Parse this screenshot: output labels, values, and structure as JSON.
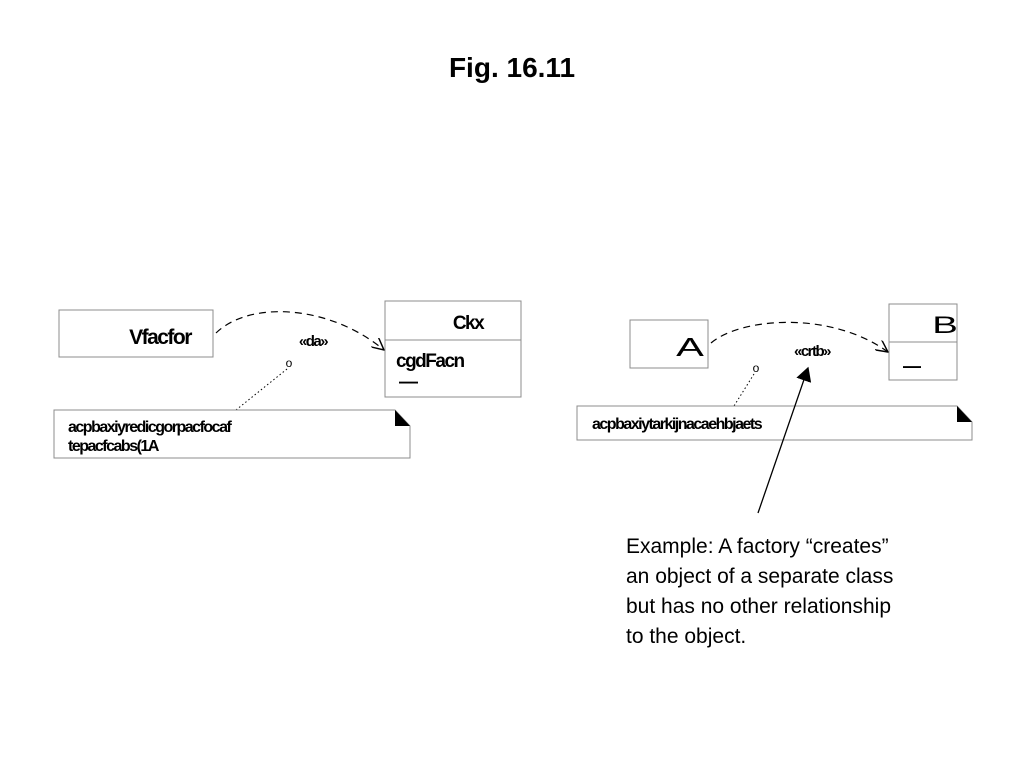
{
  "slide": {
    "title": "Fig. 16.11",
    "caption_lines": [
      "Example: A factory “creates”",
      "an object of a separate class",
      "but has no other relationship",
      "to the object."
    ]
  },
  "left_diagram": {
    "client_label": "Vfacfor",
    "dependency_label": "«da»",
    "supplier_name": "Ckx",
    "supplier_ops": "cgdFacn",
    "supplier_attr": "—",
    "constraint_marker": "o",
    "note_lines": [
      "acpbaxiyredicgorpacfocaf",
      "tepacfcabs(1A"
    ]
  },
  "right_diagram": {
    "client_label": "A",
    "dependency_label": "«crtb»",
    "supplier_name": "B",
    "supplier_attr": "—",
    "constraint_marker": "o",
    "note_lines": [
      "acpbaxiytarkijnacaehbjaets"
    ]
  },
  "colors": {
    "line": "#000000",
    "background": "#ffffff",
    "box_border": "#8c8c8c"
  }
}
